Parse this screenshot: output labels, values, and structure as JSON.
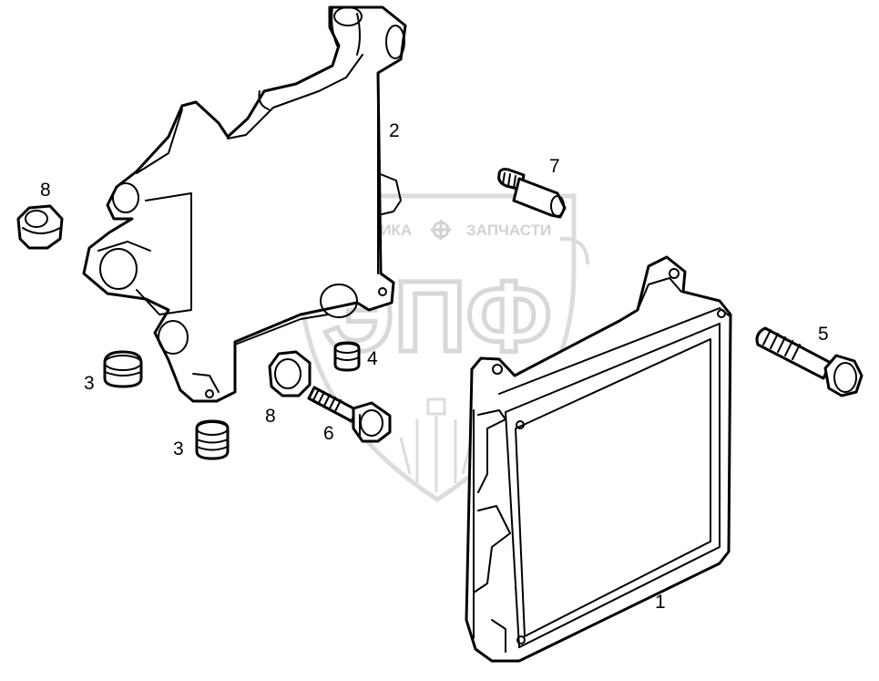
{
  "watermark": {
    "left_text": "ТЕХНИКА",
    "right_text": "ЗАПЧАСТИ",
    "monogram": "ЭПФ",
    "gear_icon": "gear-icon",
    "wheat_icon": "wheat-icon",
    "color": "#d2d2d2"
  },
  "callouts": {
    "c1": "1",
    "c2": "2",
    "c3a": "3",
    "c3b": "3",
    "c4": "4",
    "c5": "5",
    "c6": "6",
    "c7": "7",
    "c8a": "8",
    "c8b": "8"
  }
}
